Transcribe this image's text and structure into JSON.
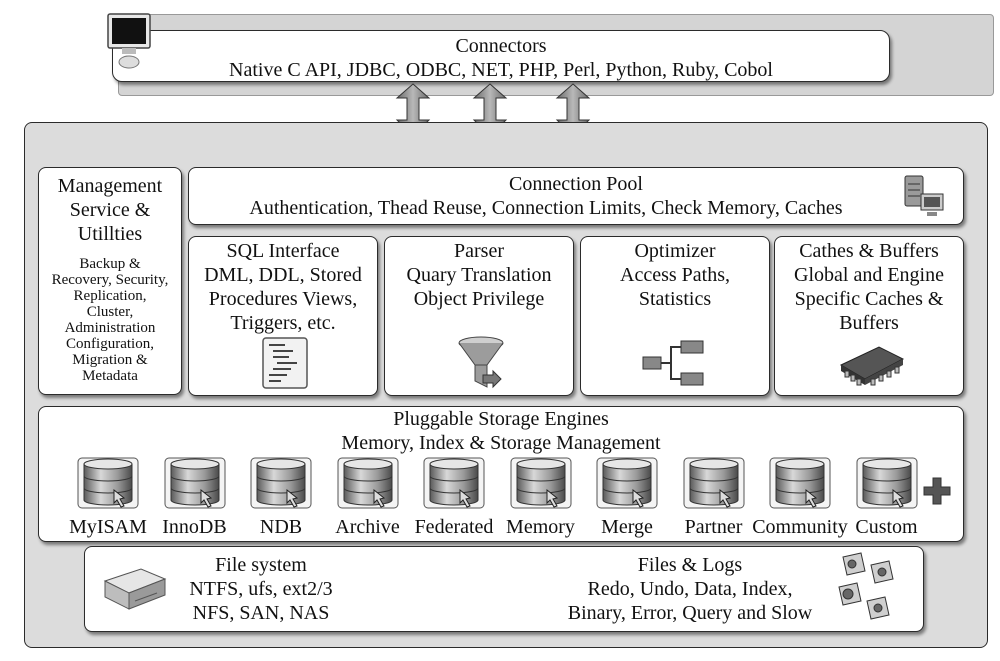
{
  "connectors": {
    "title": "Connectors",
    "list": "Native C API, JDBC, ODBC, NET, PHP, Perl, Python, Ruby, Cobol"
  },
  "management": {
    "title_lines": [
      "Management",
      "Service &",
      "Utillties"
    ],
    "detail_lines": [
      "Backup &",
      "Recovery, Security,",
      "Replication,",
      "Cluster,",
      "Administration",
      "Configuration,",
      "Migration &",
      "Metadata"
    ]
  },
  "connection_pool": {
    "title": "Connection Pool",
    "detail": "Authentication, Thead Reuse, Connection Limits, Check Memory, Caches"
  },
  "modules": [
    {
      "lines": [
        "SQL Interface",
        "DML, DDL, Stored",
        "Procedures Views,",
        "Triggers, etc."
      ],
      "icon": "document-list-icon"
    },
    {
      "lines": [
        "Parser",
        "Quary Translation",
        "Object Privilege"
      ],
      "icon": "funnel-icon"
    },
    {
      "lines": [
        "Optimizer",
        "Access Paths,",
        "Statistics"
      ],
      "icon": "flowchart-icon"
    },
    {
      "lines": [
        "Cathes & Buffers",
        "Global and Engine",
        "Specific Caches &",
        "Buffers"
      ],
      "icon": "memory-chip-icon"
    }
  ],
  "storage": {
    "title": "Pluggable Storage Engines",
    "subtitle": "Memory, Index & Storage Management",
    "engines": [
      "MyISAM",
      "InnoDB",
      "NDB",
      "Archive",
      "Federated",
      "Memory",
      "Merge",
      "Partner",
      "Community",
      "Custom"
    ],
    "plus_icon": "plus-icon"
  },
  "file_system": {
    "title": "File system",
    "lines": [
      "NTFS, ufs, ext2/3",
      "NFS, SAN, NAS"
    ]
  },
  "files_logs": {
    "title": "Files & Logs",
    "lines": [
      "Redo, Undo, Data, Index,",
      "Binary, Error, Query and Slow"
    ]
  }
}
